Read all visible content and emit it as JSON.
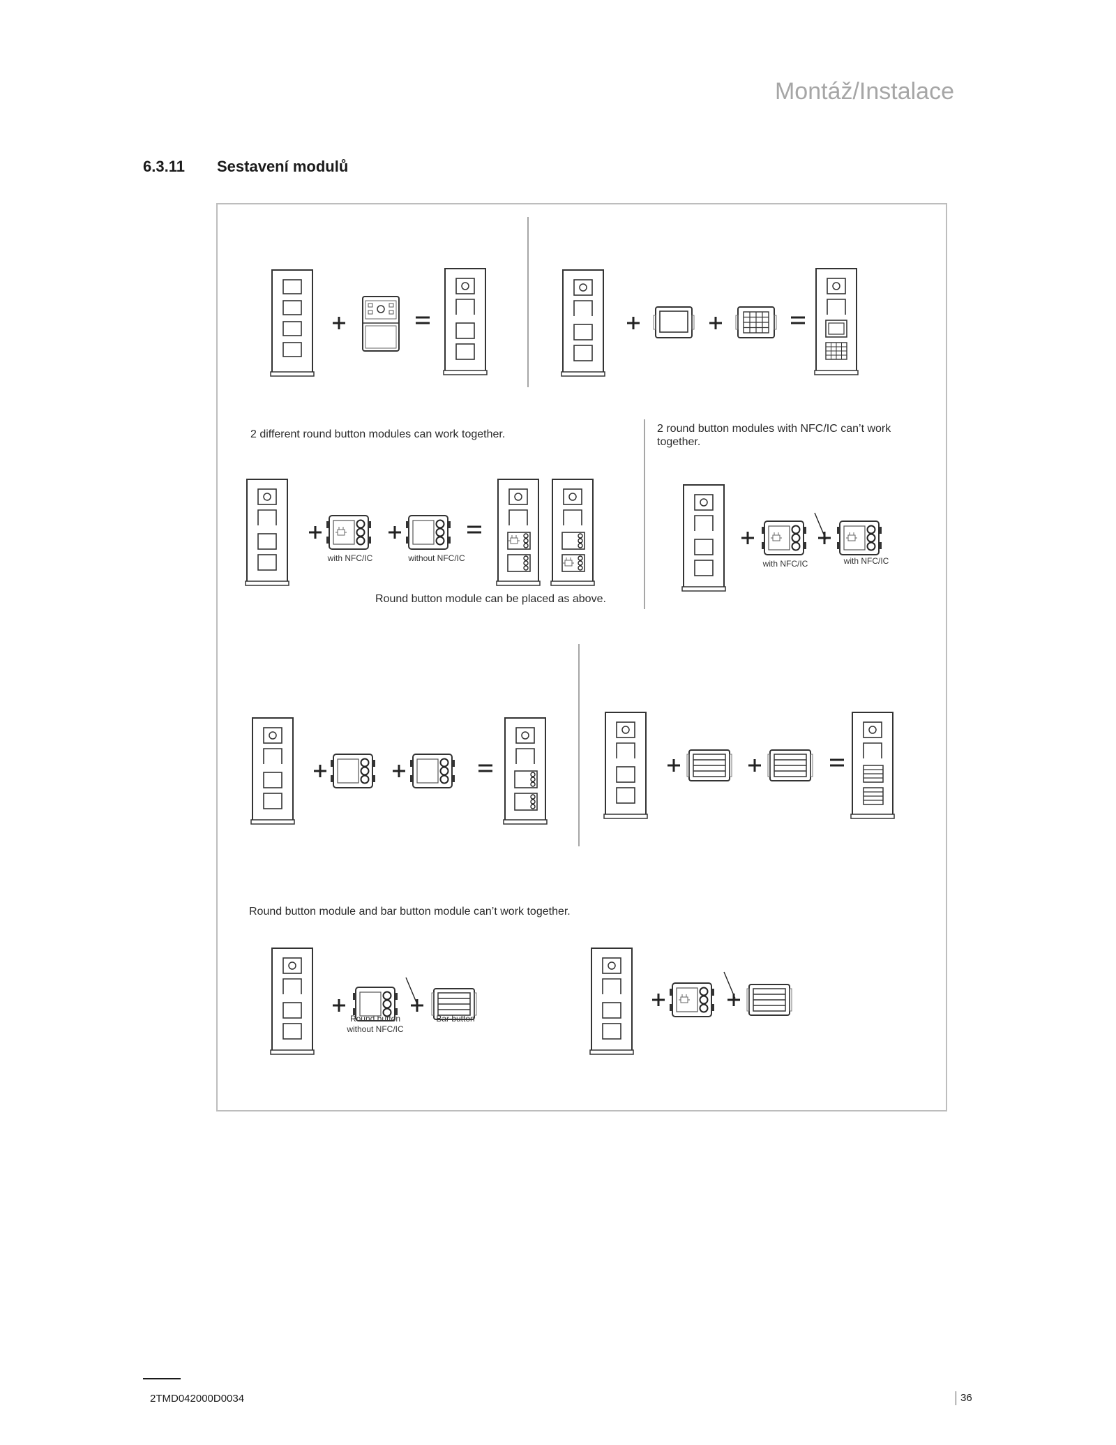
{
  "header": {
    "title": "Montáž/Instalace"
  },
  "section": {
    "number": "6.3.11",
    "title": "Sestavení modulů"
  },
  "figure": {
    "captions": {
      "two_round_ok": "2 different round button modules can work together.",
      "two_nfc_not_ok": "2 round button modules with NFC/IC can’t work together.",
      "placement": "Round button module can be placed as above.",
      "round_bar_not_ok": "Round button module and bar button module can’t work together."
    },
    "labels": {
      "with_nfc_1": "with NFC/IC",
      "without_nfc": "without NFC/IC",
      "with_nfc_2": "with NFC/IC",
      "with_nfc_3": "with NFC/IC",
      "round_button_without_nfc": "Round button without NFC/IC",
      "bar_button": "Bar button"
    },
    "symbols": {
      "plus": "+",
      "equals": "="
    }
  },
  "footer": {
    "doc_id": "2TMD042000D0034",
    "page": "36"
  }
}
